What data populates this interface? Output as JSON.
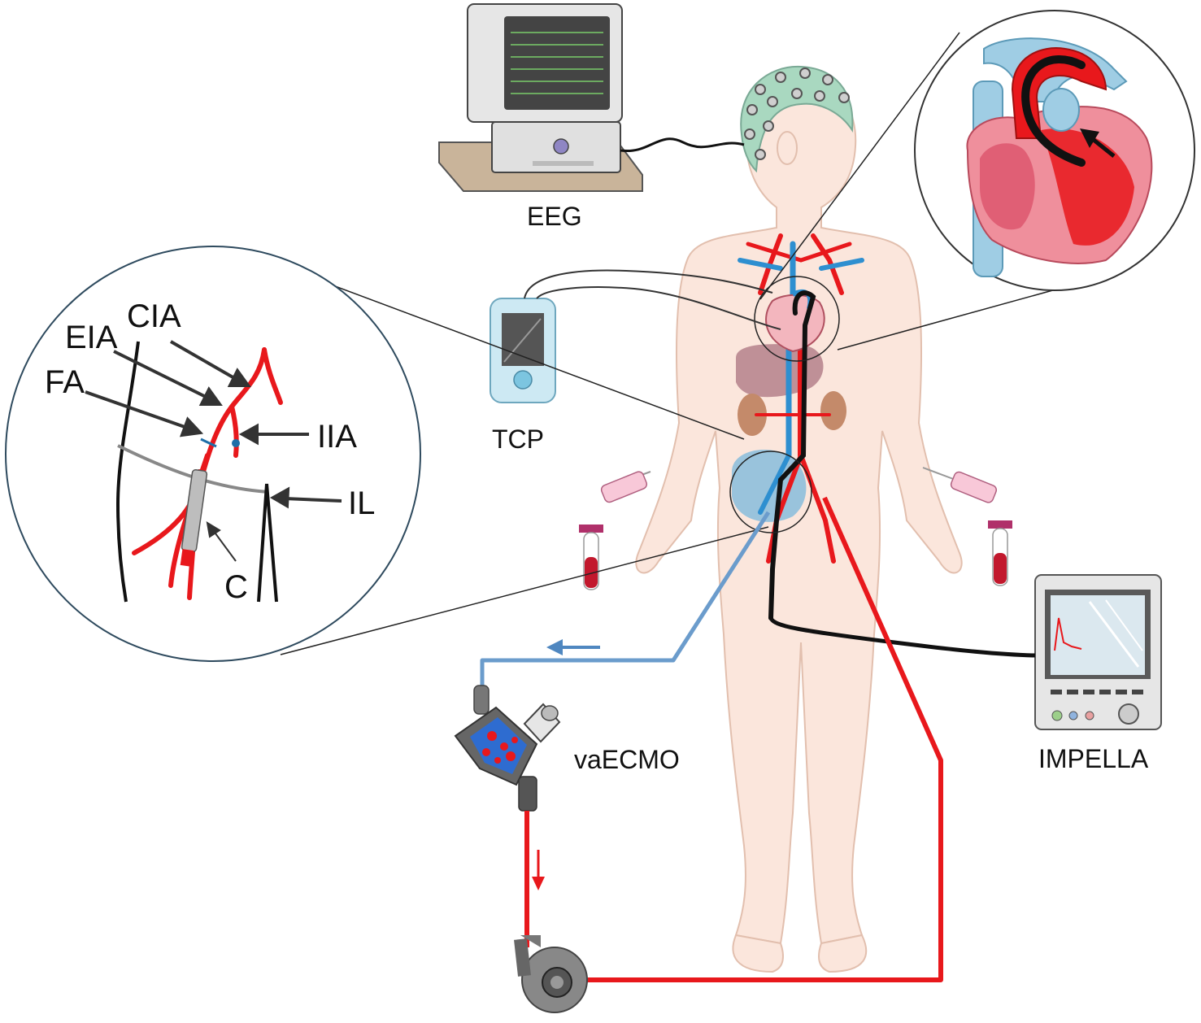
{
  "devices": {
    "eeg": "EEG",
    "tcp": "TCP",
    "vaecmo": "vaECMO",
    "impella": "IMPELLA"
  },
  "inset_labels": {
    "cia": "CIA",
    "eia": "EIA",
    "fa": "FA",
    "iia": "IIA",
    "il": "IL",
    "c": "C"
  },
  "colors": {
    "arterial": "#e8181c",
    "venous": "#6b9ccc",
    "catheter": "#111111",
    "skin": "#fbe6dc",
    "device_gray": "#d9d9d9"
  }
}
